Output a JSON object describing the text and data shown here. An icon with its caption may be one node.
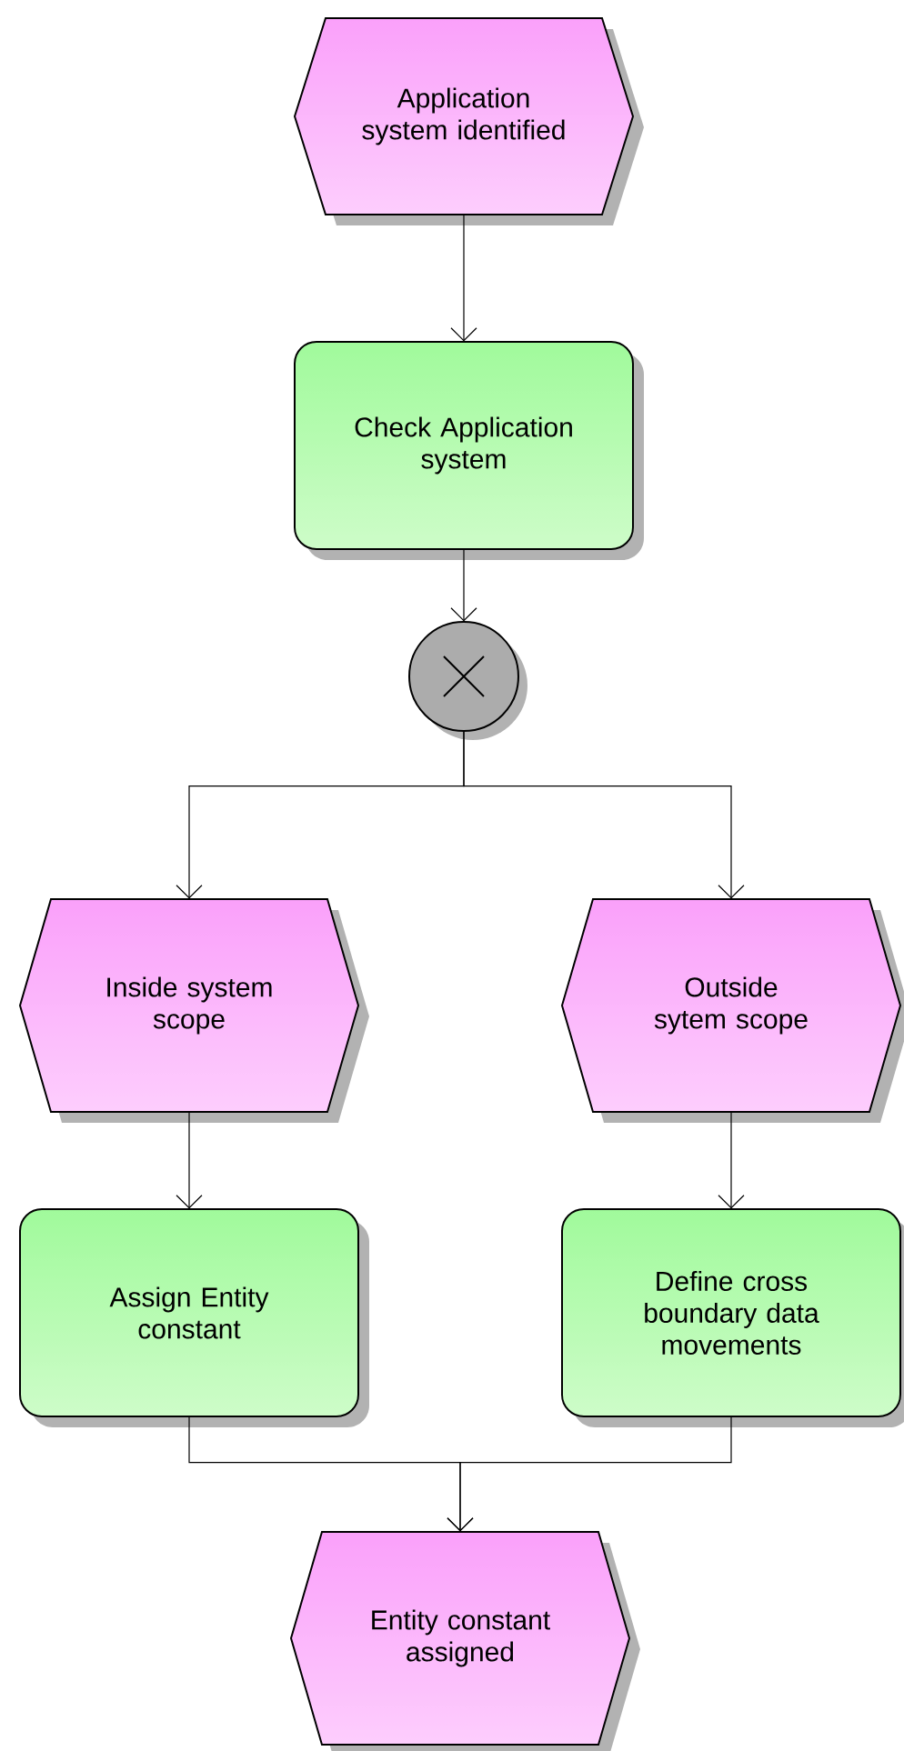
{
  "diagram": {
    "nodes": [
      {
        "text": [
          "Application system identified"
        ]
      },
      {
        "text": [
          "Check Application system"
        ]
      },
      {
        "text": [],
        "shape": "circle"
      },
      {
        "text": [
          "Inside system scope"
        ]
      },
      {
        "text": [
          "Outside sytem scope"
        ]
      },
      {
        "text": [
          "Assign Entity constant"
        ]
      },
      {
        "text": [
          "Define cross boundary data movements"
        ]
      },
      {
        "text": [
          "Entity constant assigned"
        ]
      }
    ],
    "edges": [
      {
        "from": 0,
        "to": 1,
        "arrow": "to"
      },
      {
        "from": 1,
        "to": 2,
        "arrow": "to"
      },
      {
        "from": 2,
        "to": 3,
        "arrow": "to"
      },
      {
        "from": 2,
        "to": 4,
        "arrow": "to"
      },
      {
        "from": 3,
        "to": 5,
        "arrow": "to"
      },
      {
        "from": 4,
        "to": 6,
        "arrow": "to"
      },
      {
        "from": 5,
        "to": 7,
        "arrow": "to"
      },
      {
        "from": 6,
        "to": 7,
        "arrow": "to"
      }
    ]
  }
}
